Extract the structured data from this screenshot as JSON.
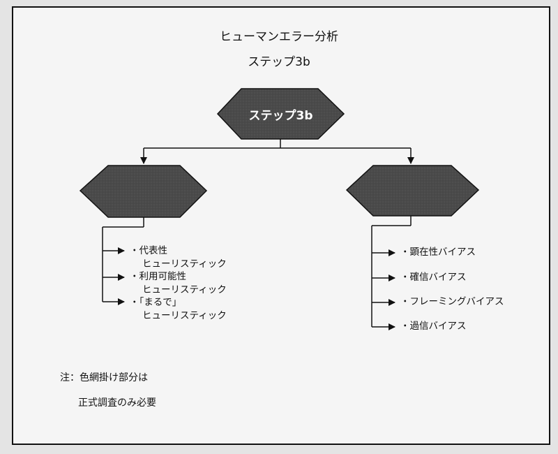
{
  "title": {
    "line1": "ヒューマンエラー分析",
    "line2": "ステップ3b"
  },
  "root": {
    "label": "ステップ3b"
  },
  "left_branch": {
    "items": [
      {
        "line1": "・代表性",
        "line2": "ヒューリスティック"
      },
      {
        "line1": "・利用可能性",
        "line2": "ヒューリスティック"
      },
      {
        "line1": "・「まるで」",
        "line2": "ヒューリスティック"
      }
    ]
  },
  "right_branch": {
    "items": [
      {
        "label": "・顕在性バイアス"
      },
      {
        "label": "・確信バイアス"
      },
      {
        "label": "・フレーミングバイアス"
      },
      {
        "label": "・過信バイアス"
      }
    ]
  },
  "note": {
    "line1": "注：色網掛け部分は",
    "line2": "正式調査のみ必要"
  },
  "colors": {
    "node_fill": "#4d4d4d",
    "line": "#111111",
    "background": "#f5f5f5"
  }
}
